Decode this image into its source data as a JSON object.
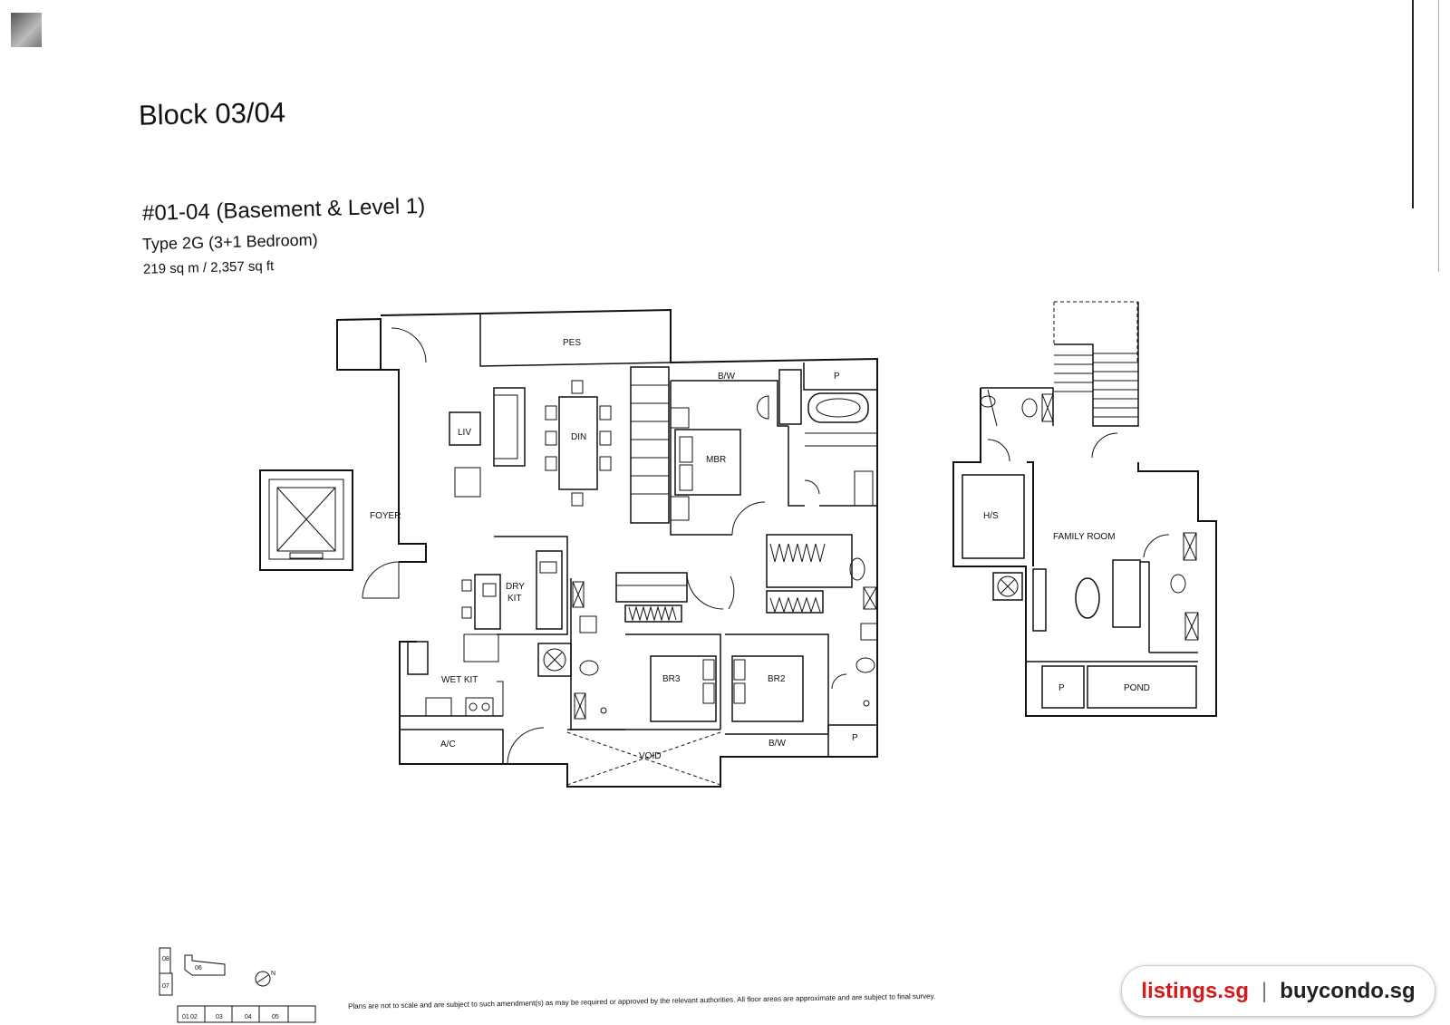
{
  "header": {
    "block_title": "Block 03/04",
    "unit_title": "#01-04 (Basement & Level 1)",
    "type_label": "Type 2G (3+1 Bedroom)",
    "area_label": "219 sq m / 2,357 sq ft"
  },
  "rooms": {
    "pes": "PES",
    "bw_top": "B/W",
    "p_top": "P",
    "liv": "LIV",
    "din": "DIN",
    "mbr": "MBR",
    "foyer": "FOYER",
    "dry_kit_line1": "DRY",
    "dry_kit_line2": "KIT",
    "wet_kit": "WET KIT",
    "br3": "BR3",
    "br2": "BR2",
    "ac": "A/C",
    "void": "VOID",
    "bw_bottom": "B/W",
    "p_bottom": "P",
    "hs": "H/S",
    "family_room": "FAMILY ROOM",
    "p_pond": "P",
    "pond": "POND"
  },
  "keyplan": {
    "blocks": [
      "06",
      "07",
      "08",
      "01",
      "02",
      "03",
      "04",
      "05"
    ],
    "north": "N"
  },
  "disclaimer": "Plans are not to scale and are subject to such amendment(s) as may be required or approved by the relevant authorities. All floor areas are approximate and are subject to final survey.",
  "branding": {
    "site1": "listings.sg",
    "separator": "|",
    "site2": "buycondo.sg"
  }
}
